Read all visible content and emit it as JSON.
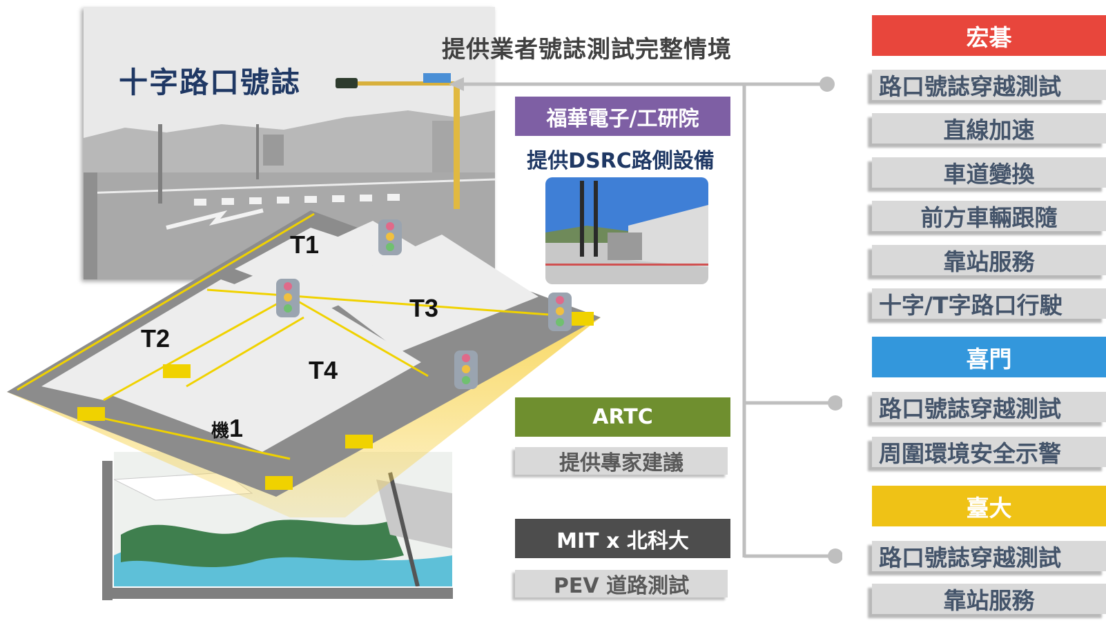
{
  "photo": {
    "title": "十字路口號誌"
  },
  "heading": "提供業者號誌測試完整情境",
  "blocks": {
    "t1": "T1",
    "t2": "T2",
    "t3": "T3",
    "t4": "T4",
    "m1_prefix": "機",
    "m1_num": "1"
  },
  "middle": {
    "itri": {
      "header": "福華電子/工研院",
      "sub": "提供DSRC路側設備",
      "color": "#7e5fa4"
    },
    "artc": {
      "header": "ARTC",
      "sub": "提供專家建議",
      "color": "#6f8f2f"
    },
    "mit": {
      "header": "MIT x 北科大",
      "sub": "PEV 道路測試",
      "color": "#4d4d4d"
    }
  },
  "right": {
    "acer": {
      "header": "宏碁",
      "color": "#e8463c",
      "items": [
        "路口號誌穿越測試",
        "直線加速",
        "車道變換",
        "前方車輛跟隨",
        "靠站服務",
        "十字/T字路口行駛"
      ]
    },
    "ximen": {
      "header": "喜門",
      "color": "#3397dc",
      "items": [
        "路口號誌穿越測試",
        "周圍環境安全示警"
      ]
    },
    "ntu": {
      "header": "臺大",
      "color": "#efc216",
      "items": [
        "路口號誌穿越測試",
        "靠站服務"
      ]
    }
  },
  "colors": {
    "connector": "#bfbfbf",
    "road": "#8c8c8c",
    "lane": "#f0d200",
    "beam": "#f5d24a"
  }
}
